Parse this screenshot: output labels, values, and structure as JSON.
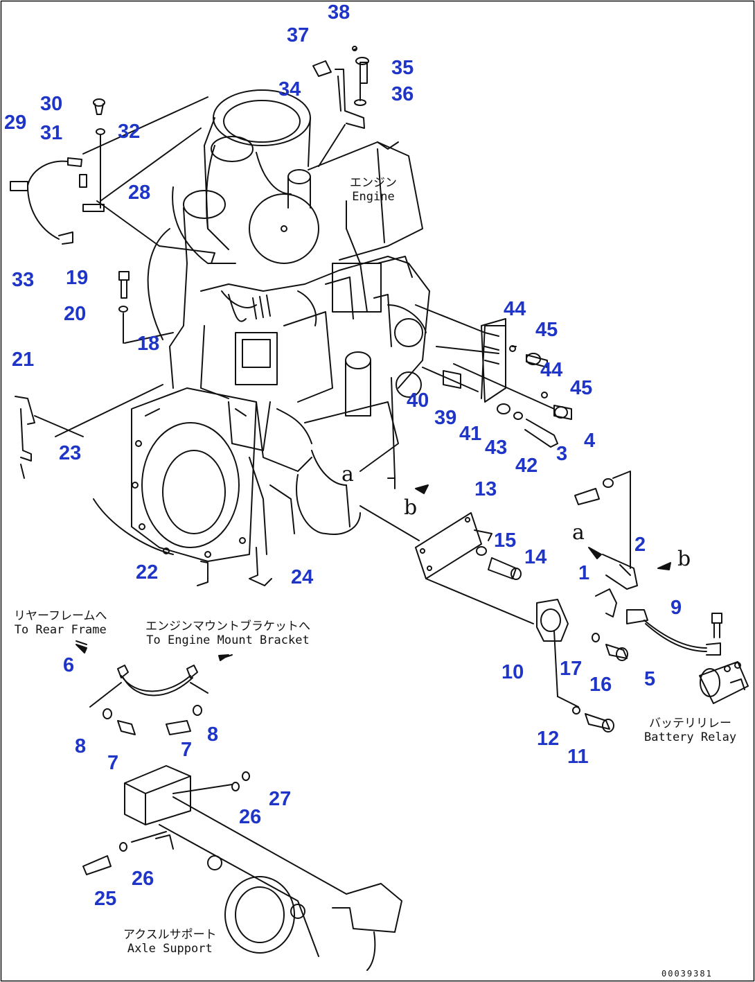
{
  "drawing_code": "00039381",
  "accent_color": "#1f35c8",
  "line_color": "#111111",
  "callouts": [
    {
      "id": "c38",
      "text": "38"
    },
    {
      "id": "c37",
      "text": "37"
    },
    {
      "id": "c35",
      "text": "35"
    },
    {
      "id": "c34",
      "text": "34"
    },
    {
      "id": "c36",
      "text": "36"
    },
    {
      "id": "c30",
      "text": "30"
    },
    {
      "id": "c29",
      "text": "29"
    },
    {
      "id": "c31",
      "text": "31"
    },
    {
      "id": "c32",
      "text": "32"
    },
    {
      "id": "c28",
      "text": "28"
    },
    {
      "id": "c33",
      "text": "33"
    },
    {
      "id": "c19",
      "text": "19"
    },
    {
      "id": "c20",
      "text": "20"
    },
    {
      "id": "c18",
      "text": "18"
    },
    {
      "id": "c21",
      "text": "21"
    },
    {
      "id": "c23",
      "text": "23"
    },
    {
      "id": "c44a",
      "text": "44"
    },
    {
      "id": "c45a",
      "text": "45"
    },
    {
      "id": "c44b",
      "text": "44"
    },
    {
      "id": "c45b",
      "text": "45"
    },
    {
      "id": "c40",
      "text": "40"
    },
    {
      "id": "c39",
      "text": "39"
    },
    {
      "id": "c41",
      "text": "41"
    },
    {
      "id": "c43",
      "text": "43"
    },
    {
      "id": "c42",
      "text": "42"
    },
    {
      "id": "c3",
      "text": "3"
    },
    {
      "id": "c4",
      "text": "4"
    },
    {
      "id": "c13",
      "text": "13"
    },
    {
      "id": "c15",
      "text": "15"
    },
    {
      "id": "c14",
      "text": "14"
    },
    {
      "id": "c22",
      "text": "22"
    },
    {
      "id": "c24",
      "text": "24"
    },
    {
      "id": "c2",
      "text": "2"
    },
    {
      "id": "c1",
      "text": "1"
    },
    {
      "id": "c9",
      "text": "9"
    },
    {
      "id": "c6",
      "text": "6"
    },
    {
      "id": "c10",
      "text": "10"
    },
    {
      "id": "c17",
      "text": "17"
    },
    {
      "id": "c16",
      "text": "16"
    },
    {
      "id": "c5",
      "text": "5"
    },
    {
      "id": "c8a",
      "text": "8"
    },
    {
      "id": "c8b",
      "text": "8"
    },
    {
      "id": "c7a",
      "text": "7"
    },
    {
      "id": "c7b",
      "text": "7"
    },
    {
      "id": "c12",
      "text": "12"
    },
    {
      "id": "c11",
      "text": "11"
    },
    {
      "id": "c27",
      "text": "27"
    },
    {
      "id": "c26a",
      "text": "26"
    },
    {
      "id": "c26b",
      "text": "26"
    },
    {
      "id": "c25",
      "text": "25"
    }
  ],
  "labels": {
    "engine": {
      "jp": "エンジン",
      "en": "Engine"
    },
    "rear_frame": {
      "jp": "リヤーフレームへ",
      "en": "To Rear Frame"
    },
    "engine_mount": {
      "jp": "エンジンマウントブラケットへ",
      "en": "To Engine Mount Bracket"
    },
    "battery_relay": {
      "jp": "バッテリリレー",
      "en": "Battery Relay"
    },
    "axle_support": {
      "jp": "アクスルサポート",
      "en": "Axle Support"
    }
  },
  "view_letters": [
    {
      "id": "a1",
      "text": "a"
    },
    {
      "id": "b1",
      "text": "b"
    },
    {
      "id": "a2",
      "text": "a"
    },
    {
      "id": "b2",
      "text": "b"
    }
  ]
}
